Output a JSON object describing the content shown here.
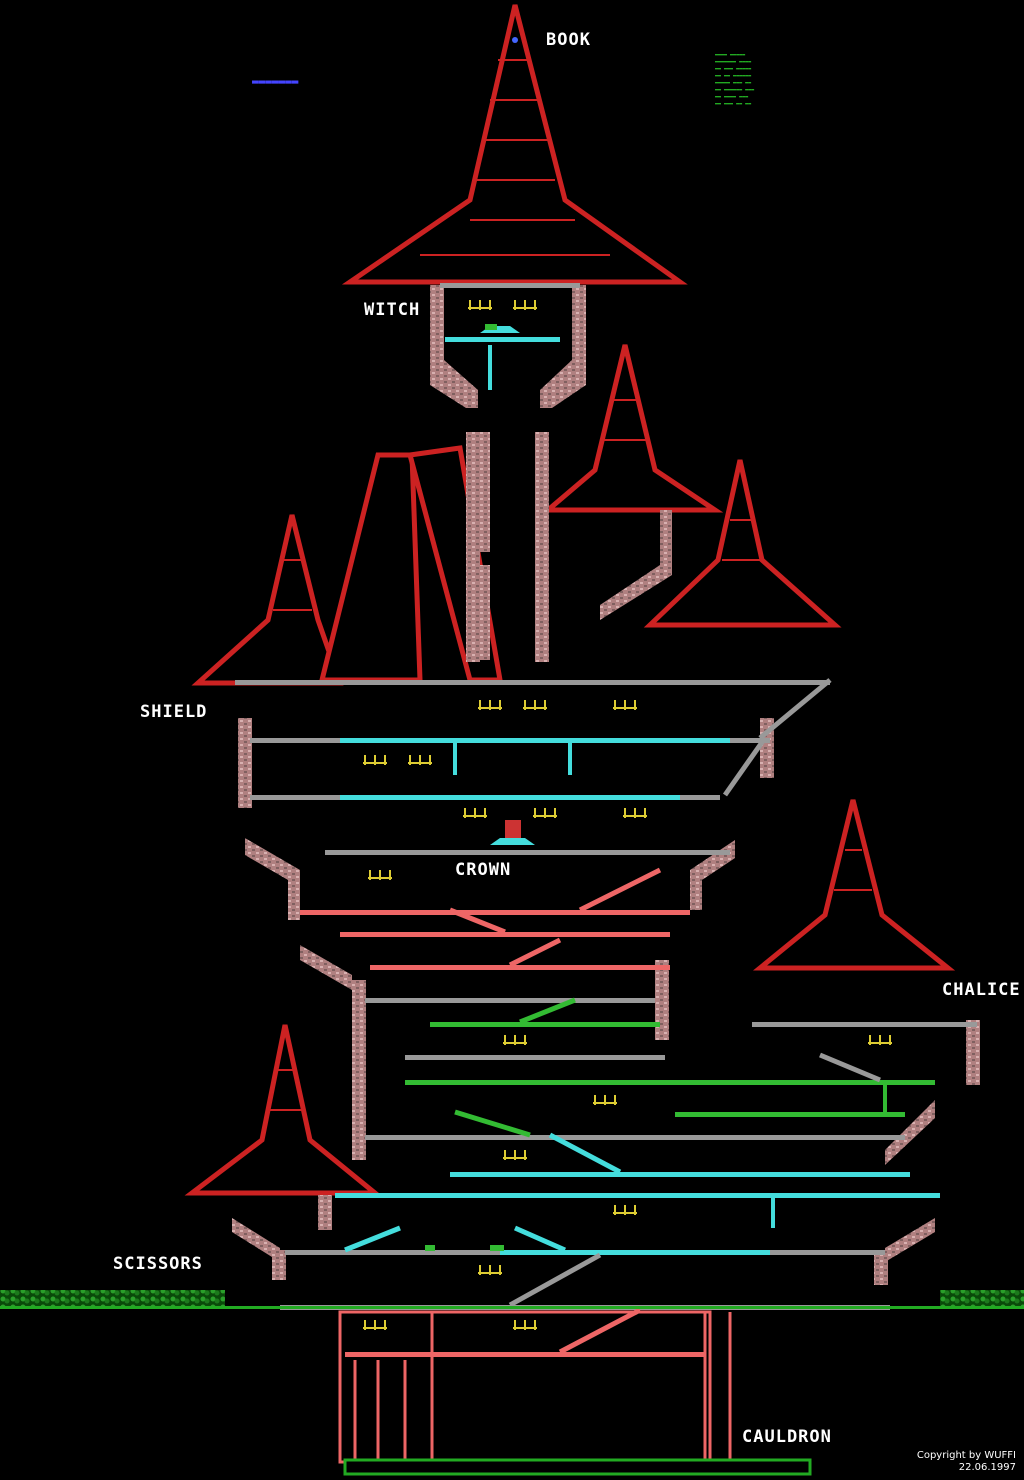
{
  "map": {
    "room_labels": {
      "book": "BOOK",
      "witch": "WITCH",
      "shield": "SHIELD",
      "crown": "CROWN",
      "chalice": "CHALICE",
      "scissors": "SCISSORS",
      "cauldron": "CAULDRON"
    },
    "copyright_line1": "Copyright by WUFFI",
    "copyright_line2": "22.06.1997"
  },
  "colors": {
    "background": "#000000",
    "roof_red": "#cc2222",
    "wall_brick": "#a07878",
    "floor_gray": "#999999",
    "floor_cyan": "#44dddd",
    "floor_pink": "#ee6666",
    "floor_green": "#33bb33",
    "grass_green": "#22aa22",
    "label_white": "#ffffff"
  }
}
